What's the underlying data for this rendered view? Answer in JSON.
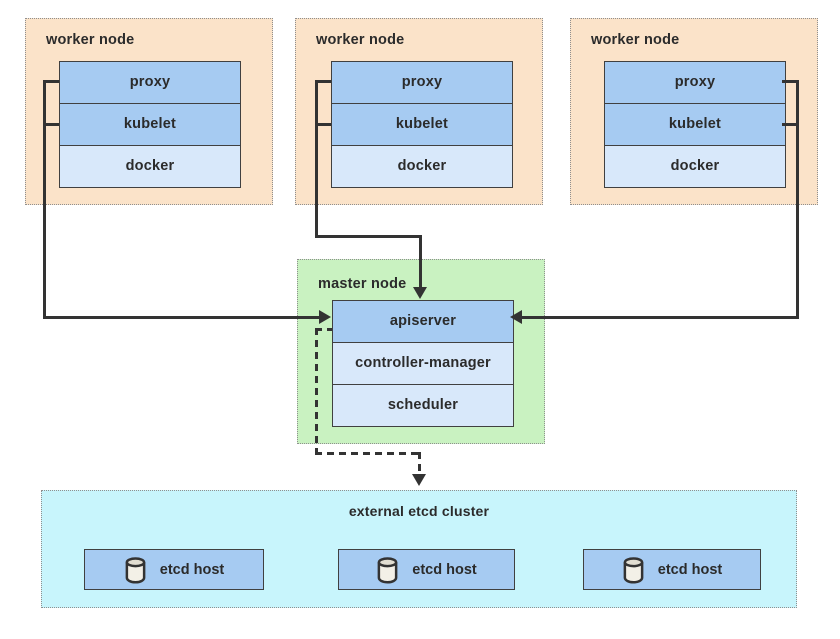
{
  "workers": [
    {
      "title": "worker node",
      "components": [
        "proxy",
        "kubelet",
        "docker"
      ]
    },
    {
      "title": "worker node",
      "components": [
        "proxy",
        "kubelet",
        "docker"
      ]
    },
    {
      "title": "worker node",
      "components": [
        "proxy",
        "kubelet",
        "docker"
      ]
    }
  ],
  "master": {
    "title": "master node",
    "components": [
      "apiserver",
      "controller-manager",
      "scheduler"
    ]
  },
  "etcd": {
    "title": "external etcd cluster",
    "hosts": [
      "etcd host",
      "etcd host",
      "etcd host"
    ]
  },
  "colors": {
    "worker_bg": "#fbe3c9",
    "master_bg": "#c9f2c1",
    "etcd_bg": "#c8f5fc",
    "box_blue": "#a6cbf2",
    "box_light_blue": "#d8e8fa",
    "line": "#333333"
  }
}
